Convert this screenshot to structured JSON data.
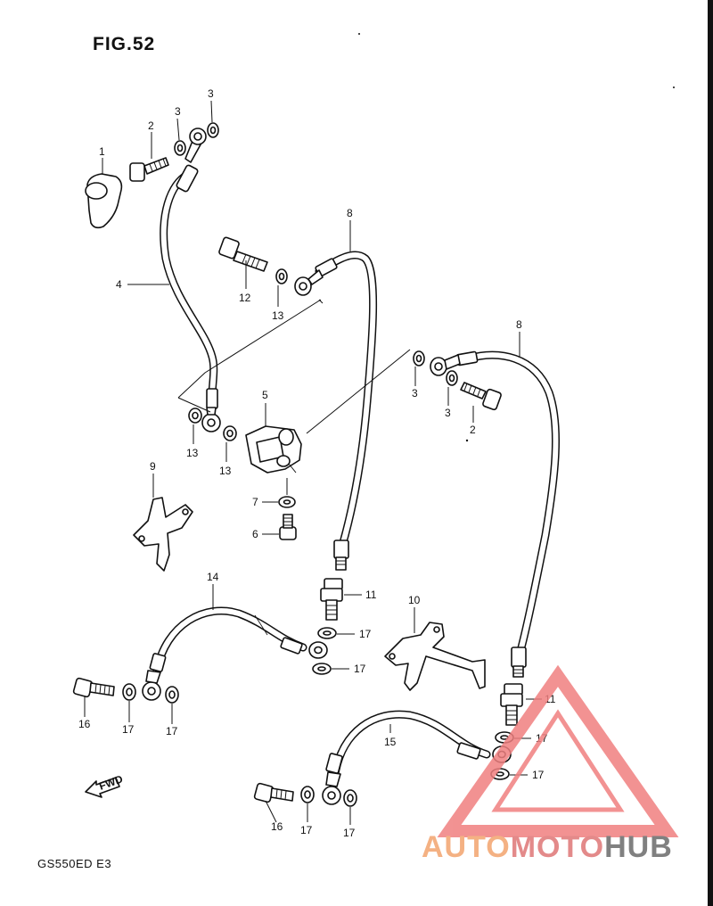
{
  "figure": {
    "title": "FIG.52",
    "model_code": "GS550ED E3",
    "fwd_label": "FWD"
  },
  "callouts": {
    "p1": "1",
    "p2a": "2",
    "p2b": "2",
    "p3a": "3",
    "p3b": "3",
    "p3c": "3",
    "p3d": "3",
    "p4": "4",
    "p5": "5",
    "p6": "6",
    "p7": "7",
    "p8a": "8",
    "p8b": "8",
    "p9": "9",
    "p10": "10",
    "p11a": "11",
    "p11b": "11",
    "p12": "12",
    "p13a": "13",
    "p13b": "13",
    "p13c": "13",
    "p14": "14",
    "p15": "15",
    "p16a": "16",
    "p16b": "16",
    "p17a": "17",
    "p17b": "17",
    "p17c": "17",
    "p17d": "17",
    "p17e": "17",
    "p17f": "17",
    "p17g": "17",
    "p17h": "17"
  },
  "watermark": {
    "part1": "AUTO",
    "part2": "MOTO",
    "part3": "HUB",
    "colors": {
      "triangle": "#f08080",
      "auto": "#f4b183",
      "moto": "#e38a8a",
      "hub": "#808080"
    }
  }
}
